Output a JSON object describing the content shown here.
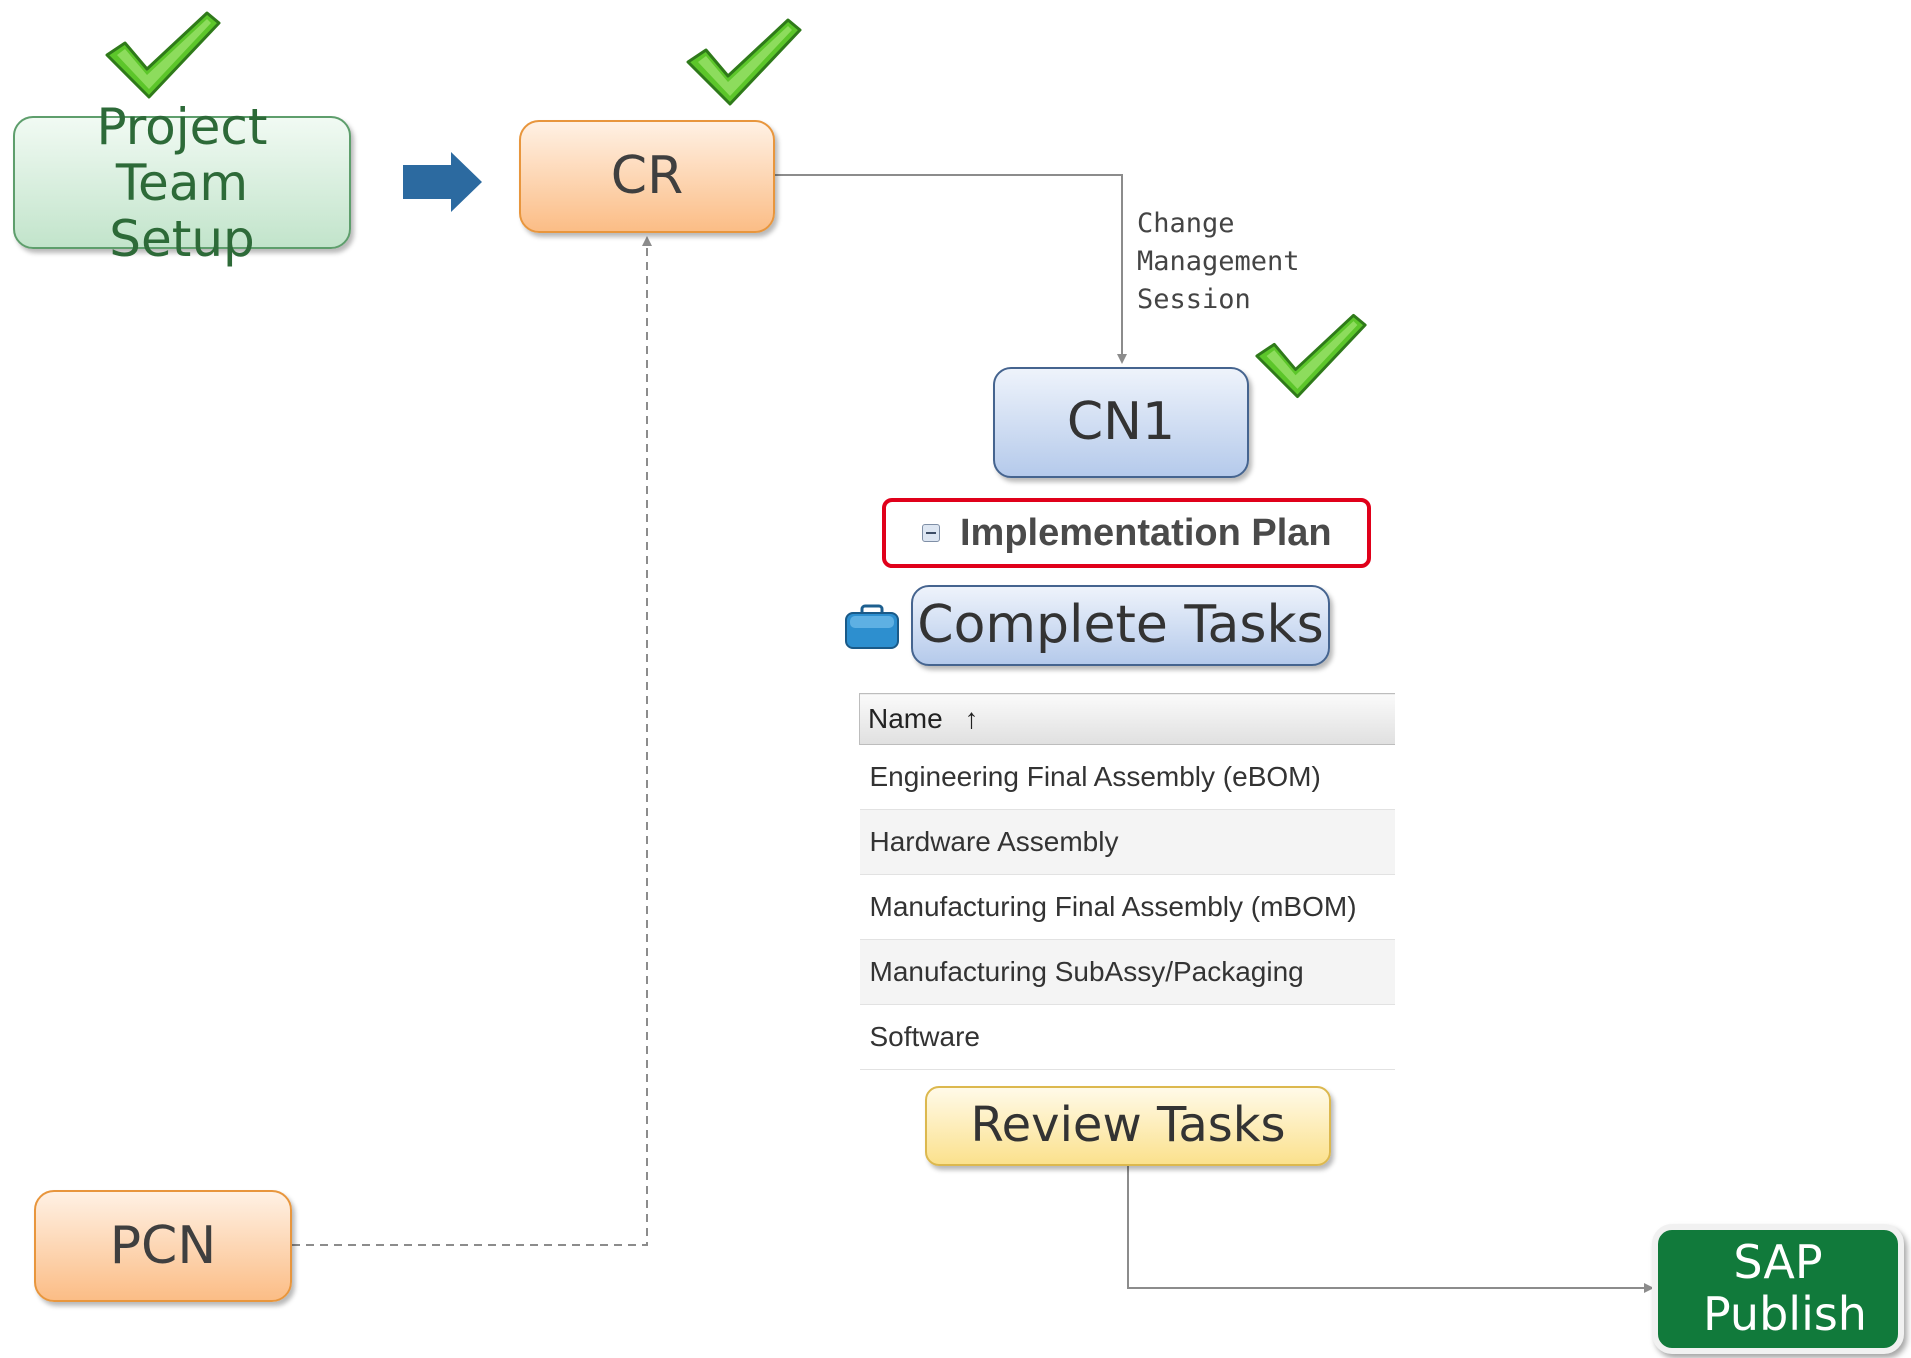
{
  "nodes": {
    "project_team_setup": "Project Team Setup",
    "cr": "CR",
    "cn1": "CN1",
    "pcn": "PCN",
    "complete_tasks": "Complete Tasks",
    "review_tasks": "Review Tasks",
    "sap_publish": "SAP Publish"
  },
  "connector_label": [
    "Change",
    "Management",
    "Session"
  ],
  "implementation_plan": {
    "title": "Implementation Plan"
  },
  "tasks_table": {
    "header": "Name",
    "sort_indicator": "↑",
    "rows": [
      "Engineering Final Assembly (eBOM)",
      "Hardware Assembly",
      "Manufacturing Final Assembly (mBOM)",
      "Manufacturing SubAssy/Packaging",
      "Software"
    ]
  },
  "colors": {
    "check_green": "#5cc62a",
    "arrow_blue": "#2c6aa0",
    "highlight_red": "#e0001a",
    "sap_green": "#117a3b"
  },
  "icons": [
    "checkmark-icon",
    "right-arrow-icon",
    "minus-box-icon",
    "briefcase-icon"
  ]
}
